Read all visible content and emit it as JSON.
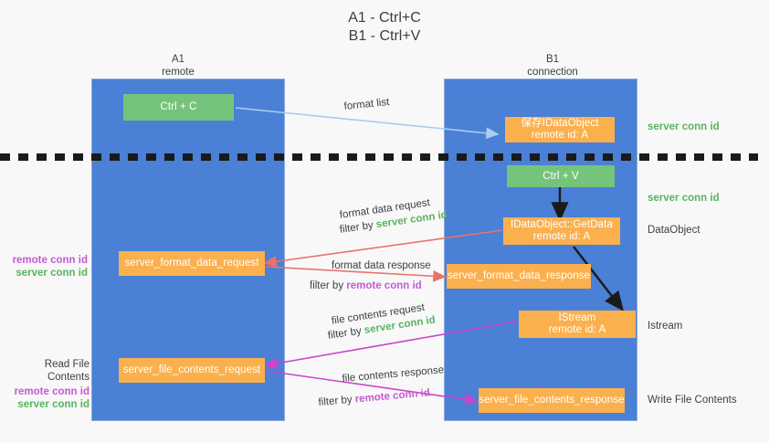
{
  "title": "A1 - Ctrl+C\nB1 - Ctrl+V",
  "colors": {
    "lane": "#4a80d6",
    "green_box": "#76c47b",
    "orange_box": "#fbb04e",
    "server_conn_id": "#58b35f",
    "remote_conn_id": "#c55ad3",
    "arrow_format_list": "#a8cdf0",
    "arrow_format_data": "#e8736a",
    "arrow_file_contents": "#cc44cc",
    "arrow_black": "#1a1a1a",
    "background": "#f8f8f8"
  },
  "columns": [
    {
      "name": "A1",
      "sub": "remote",
      "header": "A1\nremote"
    },
    {
      "name": "B1",
      "sub": "connection",
      "header": "B1\nconnection"
    }
  ],
  "boxes": {
    "ctrl_c": "Ctrl + C",
    "ctrl_v": "Ctrl + V",
    "save_idataobject": "保存IDataObject\nremote id: A",
    "idataobject_getdata": "IDataObject::GetData\nremote id: A",
    "istream": "IStream\nremote id: A",
    "server_format_data_request": "server_format_data_request",
    "server_format_data_response": "server_format_data_response",
    "server_file_contents_request": "server_file_contents_request",
    "server_file_contents_response": "server_file_contents_response"
  },
  "right_labels": [
    {
      "text": "server conn id",
      "style": "green"
    },
    {
      "text": "server conn id",
      "style": "green"
    },
    {
      "text": "DataObject",
      "style": "plain"
    },
    {
      "text": "Istream",
      "style": "plain"
    },
    {
      "text": "Write File Contents",
      "style": "plain"
    }
  ],
  "left_labels": {
    "group1": {
      "line1": "remote conn id",
      "line2": "server conn id"
    },
    "group2": {
      "title": "Read File Contents",
      "line1": "remote conn id",
      "line2": "server conn id"
    }
  },
  "annotations": {
    "format_list": "format list",
    "format_data_request": "format data request",
    "format_data_request_filter_prefix": "filter by ",
    "format_data_request_filter_value": "server conn id",
    "format_data_response": "format data response",
    "format_data_response_filter_prefix": "filter by ",
    "format_data_response_filter_value": "remote conn id",
    "file_contents_request": "file contents request",
    "file_contents_request_filter_prefix": "filter by ",
    "file_contents_request_filter_value": "server conn id",
    "file_contents_response": "file contents response",
    "file_contents_response_filter_prefix": "filter by ",
    "file_contents_response_filter_value": "remote conn id"
  }
}
